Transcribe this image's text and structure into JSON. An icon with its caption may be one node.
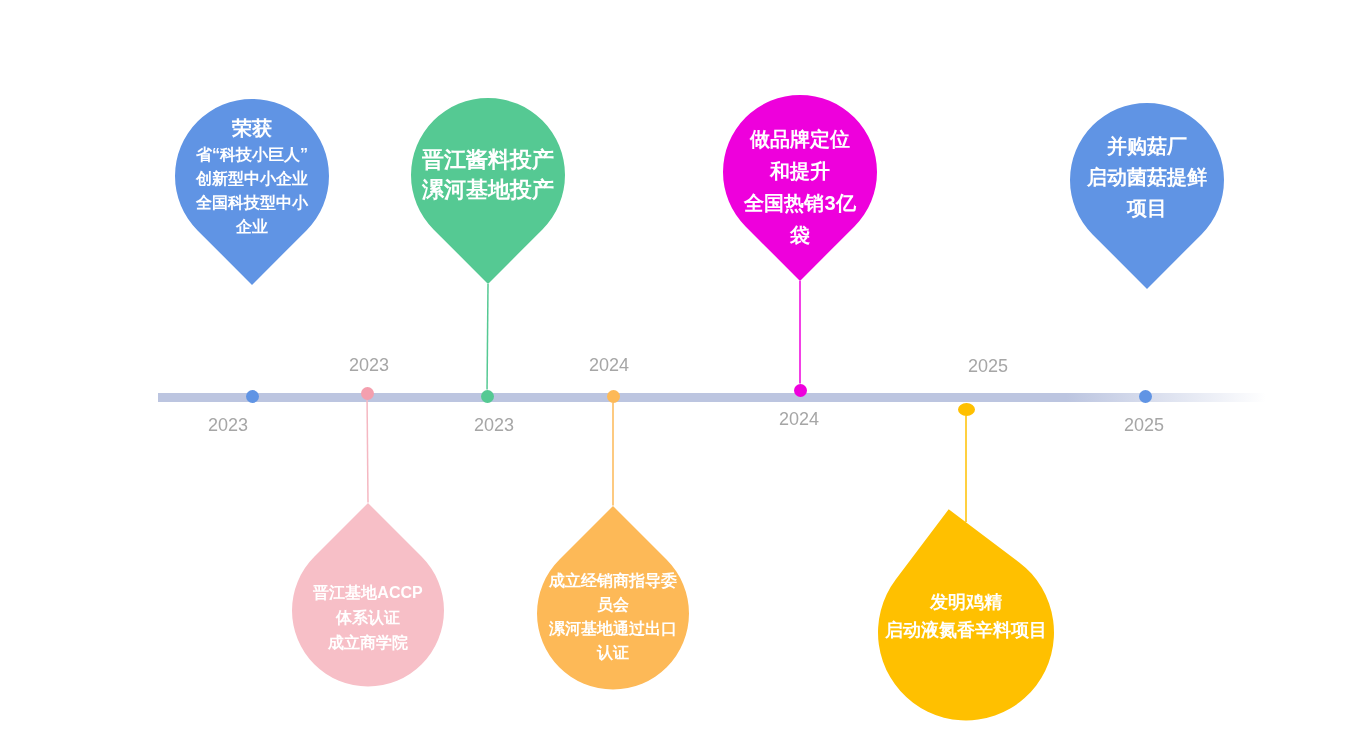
{
  "diagram": {
    "nodes": [
      {
        "text": [
          "荣获",
          "省“科技小巨人”",
          "创新型中小企业",
          "全国科技型中小企业"
        ]
      },
      {
        "text": [],
        "shape": "circle",
        "beside": [
          "2023"
        ]
      },
      {
        "text": [
          "晋江基地ACCP体系认证",
          "成立商学院"
        ]
      },
      {
        "text": [],
        "shape": "circle",
        "beside": [
          "2023"
        ]
      },
      {
        "text": [
          "晋江酱料投产",
          "漯河基地投产"
        ]
      },
      {
        "text": [],
        "shape": "circle",
        "beside": [
          "2023"
        ]
      },
      {
        "text": [
          "成立经销商指导委员会",
          "漯河基地通过出口认证"
        ]
      },
      {
        "text": [],
        "shape": "circle",
        "beside": [
          "2024"
        ]
      },
      {
        "text": [
          "做品牌定位和提升",
          "全国热销3亿袋"
        ]
      },
      {
        "text": [],
        "shape": "circle",
        "beside": [
          "2024"
        ]
      },
      {
        "text": [
          "发明鸡精",
          "启动液氮香辛料项目"
        ]
      },
      {
        "text": [],
        "shape": "circle",
        "beside": [
          "2025"
        ]
      },
      {
        "text": [
          "并购菇厂",
          "启动菌菇提鲜项目"
        ]
      },
      {
        "text": [],
        "shape": "circle",
        "beside": [
          "2025"
        ]
      }
    ],
    "edges": [
      {
        "from": 3,
        "to": 2,
        "arrow": "none",
        "color": "#f5b8c2"
      },
      {
        "from": 5,
        "to": 4,
        "arrow": "none",
        "color": "#55c993"
      },
      {
        "from": 7,
        "to": 6,
        "arrow": "none",
        "color": "#fdb957"
      },
      {
        "from": 9,
        "to": 8,
        "arrow": "none",
        "color": "#ee00dc"
      },
      {
        "from": 11,
        "to": 10,
        "arrow": "none",
        "color": "#ffc000"
      }
    ]
  }
}
